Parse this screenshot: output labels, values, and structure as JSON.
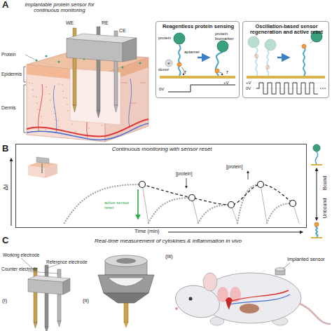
{
  "diagram": {
    "nodes": [
      {
        "text": [
          "Reagentless protein sensing",
          "protein",
          "aptamer",
          "e⁻",
          "donor",
          "protein biomarker",
          "τ",
          "τ",
          "0V",
          "+V"
        ]
      },
      {
        "text": [
          "Oscillation-based sensor regeneration and active reset",
          "+V",
          "0V"
        ]
      },
      {
        "text": [
          "Continuous monitoring with sensor reset",
          "[protein]",
          "[protein]",
          "active sensor reset"
        ]
      }
    ],
    "labels": [
      "A",
      "Implantable protein sensor for continuous monitoring",
      "WE",
      "RE",
      "CE",
      "Protein",
      "Epidermis",
      "Dermis",
      "B",
      "ΔI",
      "Time (min)",
      "Bound",
      "Unbound",
      "C",
      "Real-time measurement of cytokines & inflammation in vivo",
      "(i)",
      "Working electrode",
      "Reference electrode",
      "Counter electrode",
      "(ii)",
      "(iii)",
      "Implanted sensor"
    ]
  }
}
